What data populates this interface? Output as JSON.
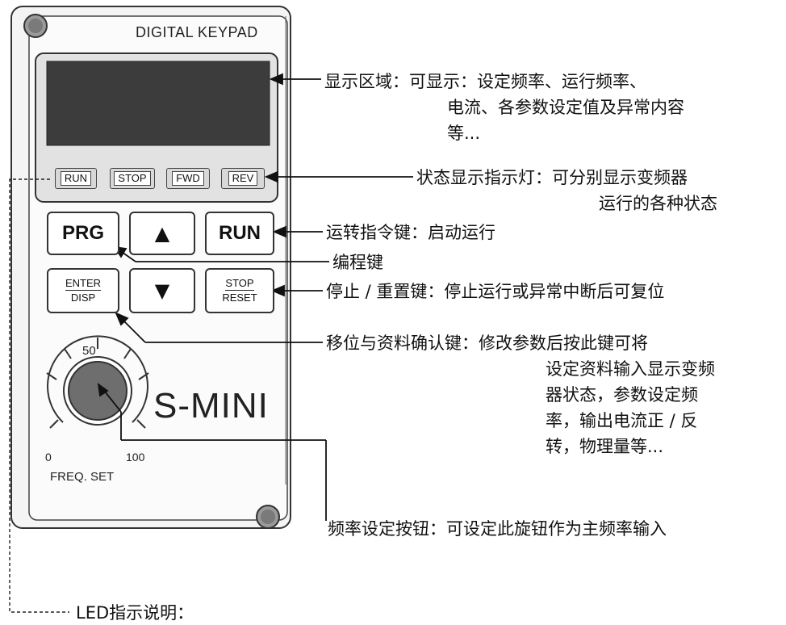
{
  "keypad": {
    "title": "DIGITAL KEYPAD",
    "model": "S-MINI",
    "leds": [
      "RUN",
      "STOP",
      "FWD",
      "REV"
    ],
    "keys": {
      "prg": "PRG",
      "run": "RUN",
      "enter_top": "ENTER",
      "enter_bottom": "DISP",
      "stop_top": "STOP",
      "stop_bottom": "RESET",
      "up_symbol": "▲",
      "down_symbol": "▼"
    },
    "knob": {
      "scale_min": "0",
      "scale_mid": "50",
      "scale_max": "100",
      "label": "FREQ. SET"
    }
  },
  "annotations": {
    "display": [
      "显示区域：可显示：设定频率、运行频率、",
      "电流、各参数设定值及异常内容",
      "等..."
    ],
    "status_leds": [
      "状态显示指示灯：可分别显示变频器",
      "运行的各种状态"
    ],
    "run_key": "运转指令键：启动运行",
    "prg_key": "编程键",
    "stop_key": "停止 / 重置键：停止运行或异常中断后可复位",
    "enter_key": [
      "移位与资料确认键：修改参数后按此键可将",
      "设定资料输入显示变频",
      "器状态，参数设定频",
      "率，输出电流正 / 反",
      "转，物理量等..."
    ],
    "freq_knob": "频率设定按钮：可设定此旋钮作为主频率输入",
    "led_note": "LED指示说明："
  }
}
